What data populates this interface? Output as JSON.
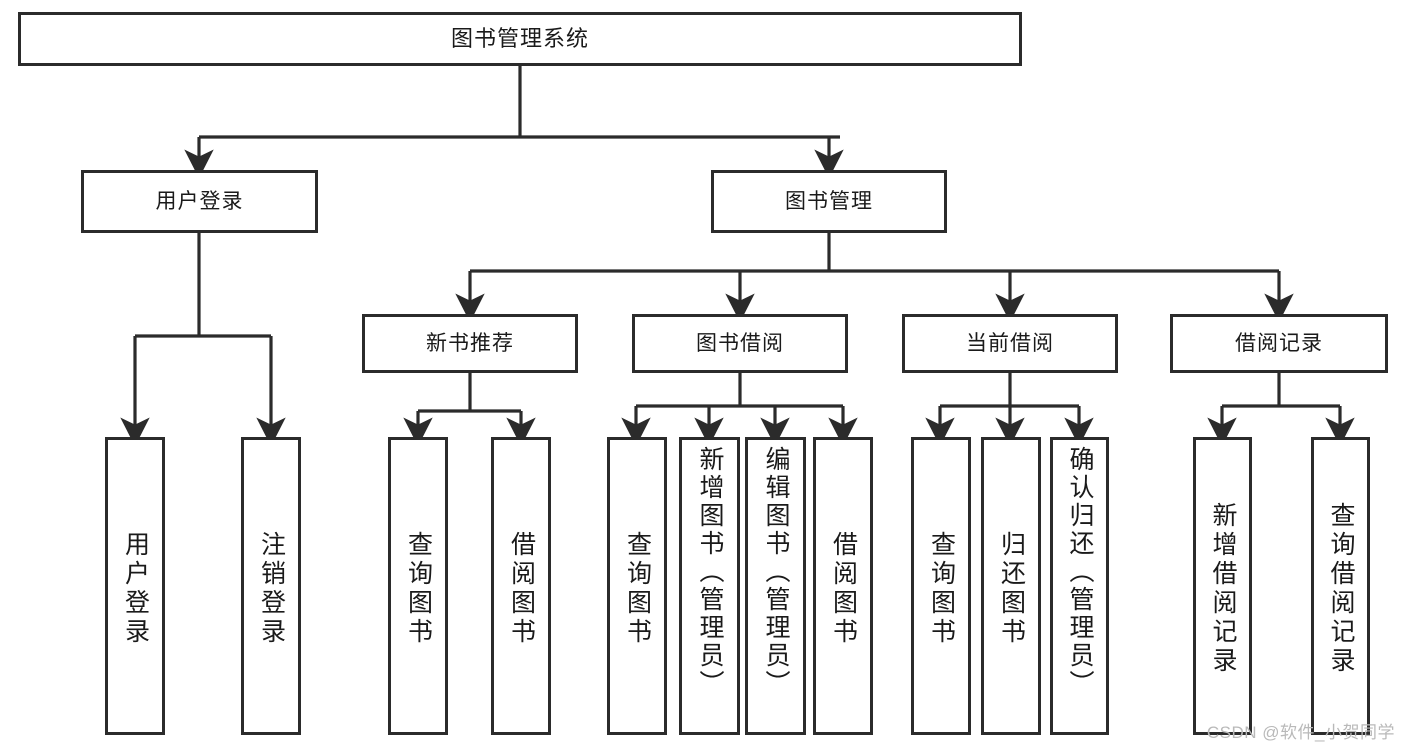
{
  "diagram": {
    "title_text": "图书管理系统",
    "type": "tree-hierarchy",
    "line_color": "#2b2b2b",
    "box_fill": "#ffffff",
    "text_color": "#1a1a1a",
    "watermark": "CSDN @软件_小贺同学",
    "nodes": {
      "root": {
        "label": "图书管理系统",
        "level": 0
      },
      "l1": [
        {
          "id": "user-login",
          "label": "用户登录"
        },
        {
          "id": "book-manage",
          "label": "图书管理"
        }
      ],
      "l2": [
        {
          "id": "new-book-rec",
          "label": "新书推荐",
          "parent": "book-manage"
        },
        {
          "id": "book-borrow",
          "label": "图书借阅",
          "parent": "book-manage"
        },
        {
          "id": "current-borrow",
          "label": "当前借阅",
          "parent": "book-manage"
        },
        {
          "id": "borrow-record",
          "label": "借阅记录",
          "parent": "book-manage"
        }
      ],
      "leaves": [
        {
          "id": "leaf-user-login",
          "label": "用户登录",
          "parent": "user-login"
        },
        {
          "id": "leaf-logout",
          "label": "注销登录",
          "parent": "user-login"
        },
        {
          "id": "leaf-query-book-1",
          "label": "查询图书",
          "parent": "new-book-rec"
        },
        {
          "id": "leaf-borrow-book-1",
          "label": "借阅图书",
          "parent": "new-book-rec"
        },
        {
          "id": "leaf-query-book-2",
          "label": "查询图书",
          "parent": "book-borrow"
        },
        {
          "id": "leaf-add-book",
          "label": "新增图书（管理员）",
          "parent": "book-borrow"
        },
        {
          "id": "leaf-edit-book",
          "label": "编辑图书（管理员）",
          "parent": "book-borrow"
        },
        {
          "id": "leaf-borrow-book-2",
          "label": "借阅图书",
          "parent": "book-borrow"
        },
        {
          "id": "leaf-query-book-3",
          "label": "查询图书",
          "parent": "current-borrow"
        },
        {
          "id": "leaf-return-book",
          "label": "归还图书",
          "parent": "current-borrow"
        },
        {
          "id": "leaf-confirm-return",
          "label": "确认归还（管理员）",
          "parent": "current-borrow"
        },
        {
          "id": "leaf-add-record",
          "label": "新增借阅记录",
          "parent": "borrow-record"
        },
        {
          "id": "leaf-query-record",
          "label": "查询借阅记录",
          "parent": "borrow-record"
        }
      ]
    }
  }
}
